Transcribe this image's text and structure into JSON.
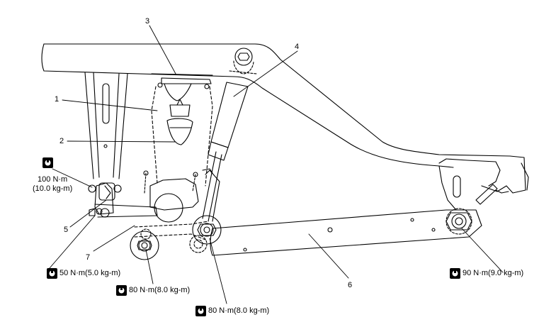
{
  "callouts": {
    "c1": "1",
    "c2": "2",
    "c3": "3",
    "c4": "4",
    "c5": "5",
    "c6": "6",
    "c7": "7"
  },
  "torques": {
    "t1_value": "100 N·m",
    "t1_alt": "(10.0 kg-m)",
    "t2": "50 N·m(5.0 kg-m)",
    "t3": "80 N·m(8.0 kg-m)",
    "t4": "80 N·m(8.0 kg-m)",
    "t5": "90 N·m(9.0 kg-m)"
  },
  "icons": {
    "torque": "torque-wrench-icon"
  },
  "colors": {
    "ink": "#000000",
    "paper": "#ffffff"
  }
}
